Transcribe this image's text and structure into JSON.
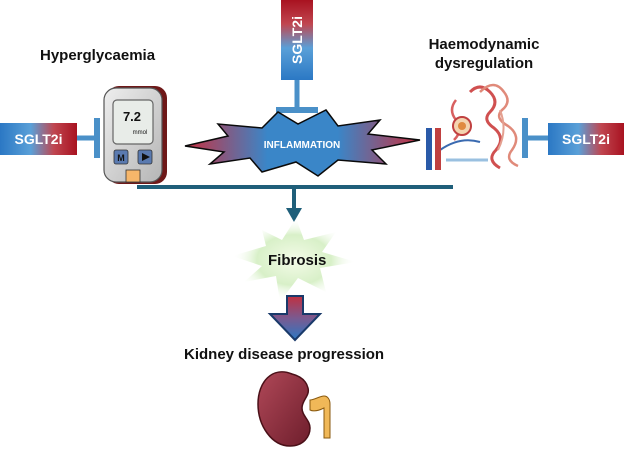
{
  "labels": {
    "hyperglycaemia": "Hyperglycaemia",
    "haemodynamic_line1": "Haemodynamic",
    "haemodynamic_line2": "dysregulation",
    "inflammation": "INFLAMMATION",
    "fibrosis": "Fibrosis",
    "kidney": "Kidney disease progression",
    "sglt2i_left": "SGLT2i",
    "sglt2i_top": "SGLT2i",
    "sglt2i_right": "SGLT2i"
  },
  "glucometer": {
    "reading": "7.2",
    "unit": "mmol",
    "button_m": "M"
  },
  "colors": {
    "line": "#1f5f7a",
    "inhibitor": "#4a90c8",
    "sglt_red": "#a81220",
    "sglt_blue": "#2b78c4",
    "kidney": "#8a2a38"
  }
}
